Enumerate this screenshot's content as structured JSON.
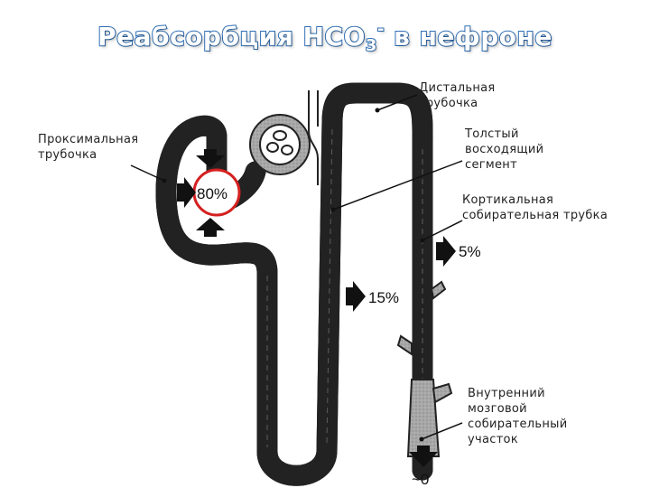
{
  "title": {
    "main": "Реабсорбция НСО",
    "subscript": "3",
    "superscript": "-",
    "suffix": " в нефроне"
  },
  "labels": {
    "distal": [
      "Дистальная",
      "трубочка"
    ],
    "proximal": [
      "Проксимальная",
      "трубочка"
    ],
    "thick_ascending": [
      "Толстый",
      "восходящий",
      "сегмент"
    ],
    "cortical_collecting": [
      "Кортикальная",
      "собирательная трубка"
    ],
    "inner_medullary": [
      "Внутренний",
      "мозговой",
      "собирательный",
      "участок"
    ]
  },
  "percentages": {
    "proximal": "80%",
    "thick_ascending": "15%",
    "cortical_collecting": "5%",
    "inner_medullary": "~0"
  },
  "colors": {
    "title_stroke": "#2e6fb7",
    "tubule_fill": "#a8a8a8",
    "tubule_outline": "#222222",
    "highlight_circle": "#d42020",
    "arrow": "#111111"
  },
  "icons": [
    "arrow-right-icon",
    "arrow-down-icon",
    "arrow-up-icon",
    "glomerulus-icon"
  ]
}
